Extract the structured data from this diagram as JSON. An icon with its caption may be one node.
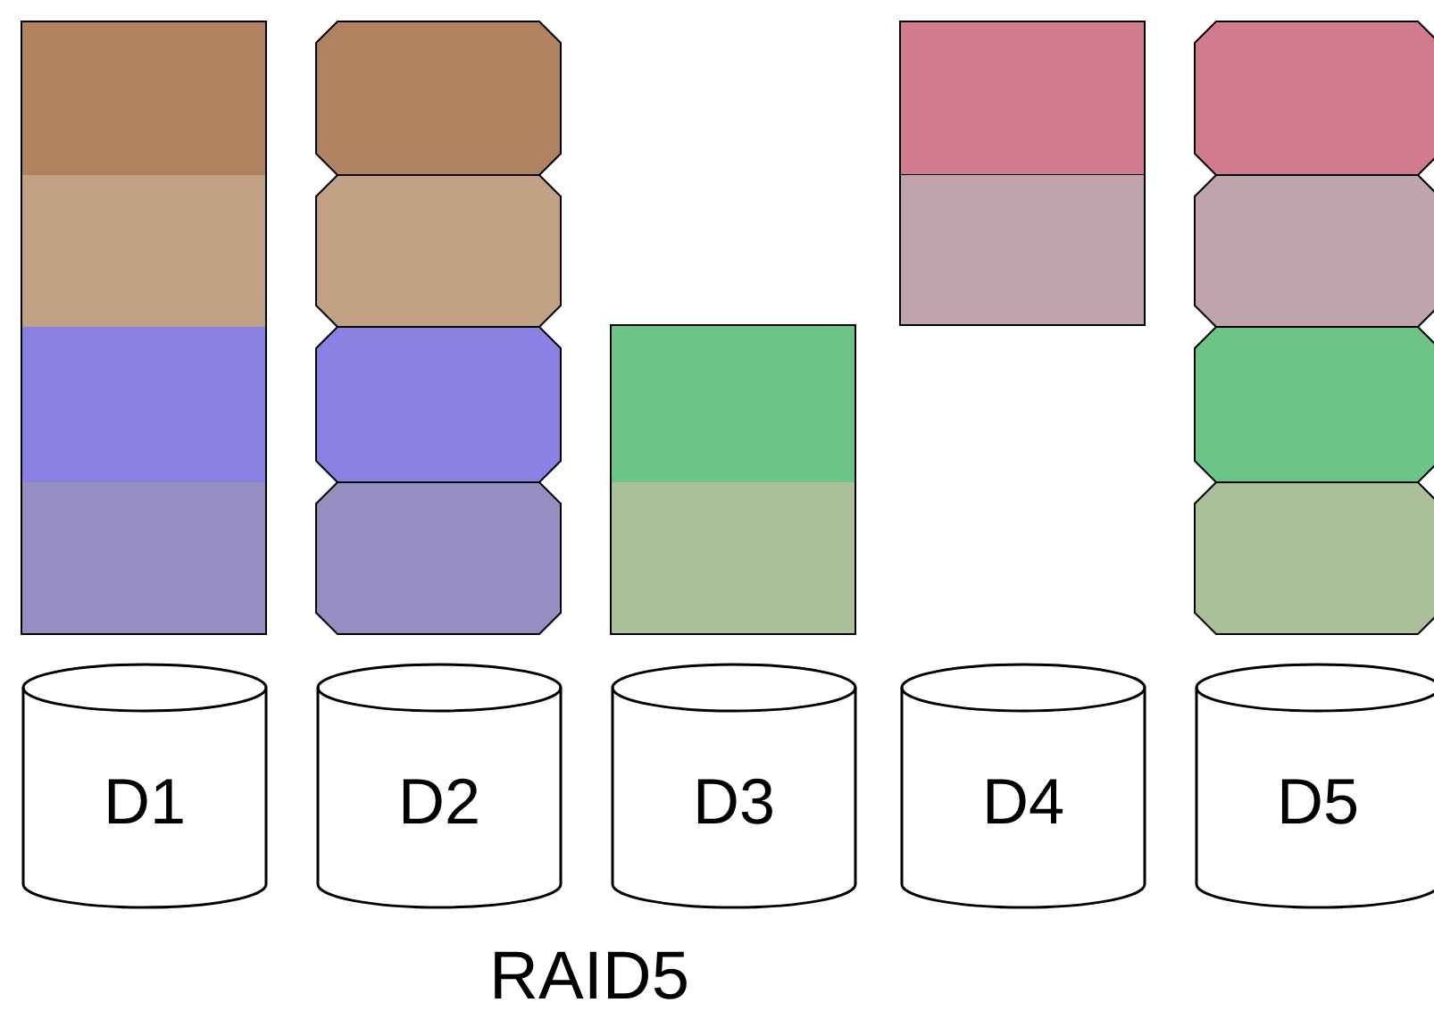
{
  "diagram": {
    "caption": "RAID5",
    "nodes": [
      {
        "text": [
          "D1"
        ]
      },
      {
        "text": [
          "D2"
        ]
      },
      {
        "text": [
          "D3"
        ]
      },
      {
        "text": [
          "D4"
        ]
      },
      {
        "text": [
          "D5"
        ]
      }
    ]
  }
}
